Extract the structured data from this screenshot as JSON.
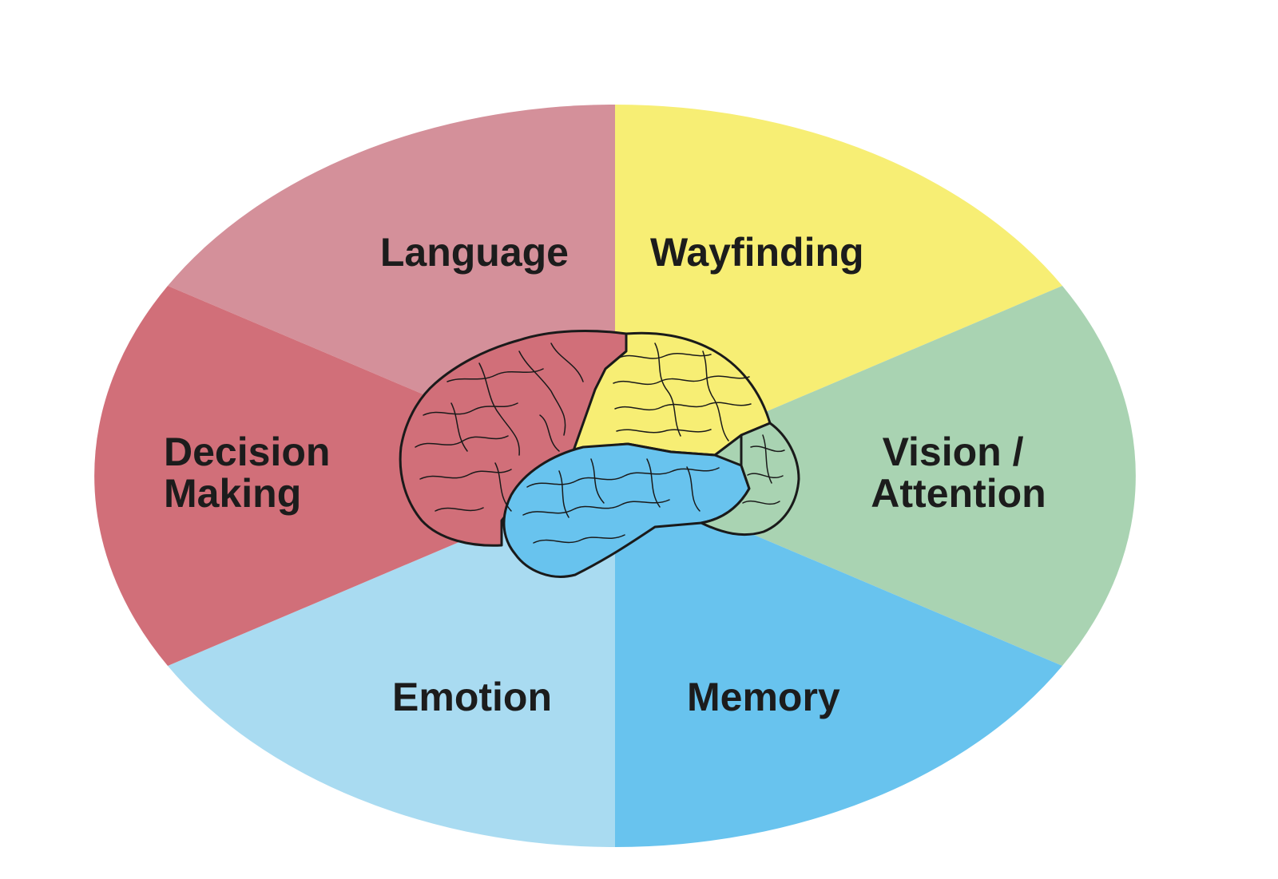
{
  "segments": [
    {
      "id": "language",
      "label_lines": [
        "Language"
      ],
      "color": "#d4909a"
    },
    {
      "id": "wayfinding",
      "label_lines": [
        "Wayfinding"
      ],
      "color": "#f7ee74"
    },
    {
      "id": "vision",
      "label_lines": [
        "Vision /",
        "Attention"
      ],
      "color": "#a9d3b2"
    },
    {
      "id": "memory",
      "label_lines": [
        "Memory"
      ],
      "color": "#68c3ee"
    },
    {
      "id": "emotion",
      "label_lines": [
        "Emotion"
      ],
      "color": "#a9dbf1"
    },
    {
      "id": "decision",
      "label_lines": [
        "Decision",
        "Making"
      ],
      "color": "#d16f79"
    }
  ],
  "brain": {
    "frontal_color": "#d16f79",
    "parietal_color": "#f7ee74",
    "temporal_color": "#68c3ee",
    "occipital_color": "#a9d3b2"
  }
}
